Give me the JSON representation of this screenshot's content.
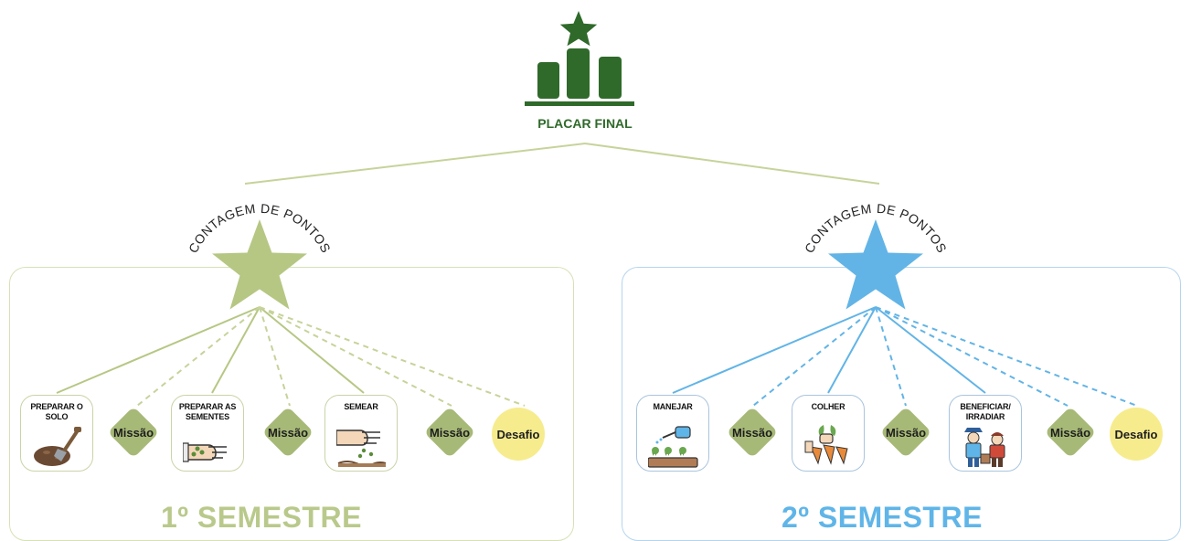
{
  "top": {
    "title": "PLACAR FINAL"
  },
  "colors": {
    "dark_green": "#2f6a2a",
    "light_green": "#b6c784",
    "sky_blue": "#62b4e6",
    "mission": "#a7b977",
    "challenge": "#f6ec8e"
  },
  "semesters": [
    {
      "arc_label": "CONTAGEM DE PONTOS",
      "label": "1º SEMESTRE",
      "color": "#b9c98b",
      "cards": [
        {
          "label": "PREPARAR O SOLO",
          "icon": "soil-shovel-icon"
        },
        {
          "label": "PREPARAR AS SEMENTES",
          "icon": "seeds-in-hand-icon"
        },
        {
          "label": "SEMEAR",
          "icon": "sowing-hand-icon"
        }
      ],
      "missions": [
        "Missão",
        "Missão",
        "Missão"
      ],
      "challenge": "Desafio"
    },
    {
      "arc_label": "CONTAGEM DE PONTOS",
      "label": "2º SEMESTRE",
      "color": "#5fb5e8",
      "cards": [
        {
          "label": "MANEJAR",
          "icon": "watering-can-icon"
        },
        {
          "label": "COLHER",
          "icon": "harvest-icon"
        },
        {
          "label": "BENEFICIAR/ IRRADIAR",
          "icon": "farmers-icon"
        }
      ],
      "missions": [
        "Missão",
        "Missão",
        "Missão"
      ],
      "challenge": "Desafio"
    }
  ]
}
